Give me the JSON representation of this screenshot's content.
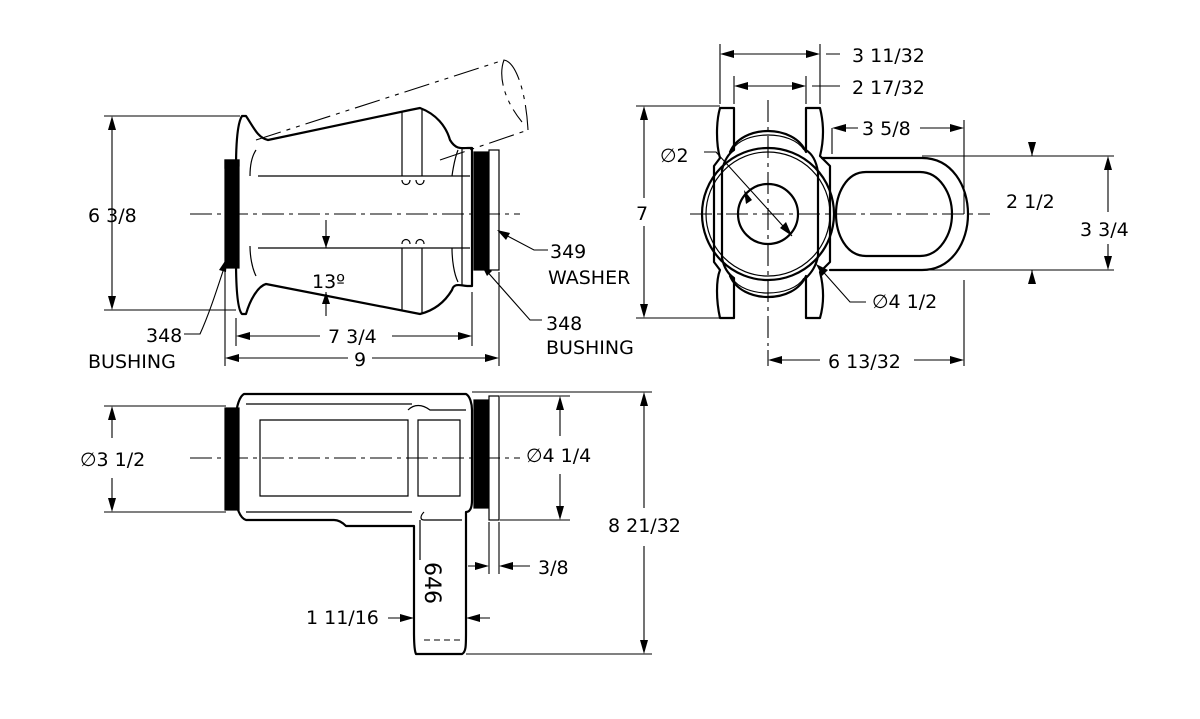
{
  "drawing": {
    "side_view": {
      "height_dim": "6 3/8",
      "angle_dim": "13º",
      "inner_length_dim": "7 3/4",
      "overall_length_dim": "9",
      "washer_number": "349",
      "washer_label": "WASHER",
      "left_bushing_number": "348",
      "left_bushing_label": "BUSHING",
      "right_bushing_number": "348",
      "right_bushing_label": "BUSHING"
    },
    "end_view": {
      "width_outer_dim": "3 11/32",
      "width_inner_dim": "2 17/32",
      "height_dim": "7",
      "bore_dim": "∅2",
      "slot_length_dim": "3 5/8",
      "slot_width_dim": "2 1/2",
      "lug_height_dim": "3 3/4",
      "outer_dia_dim": "∅4 1/2",
      "overall_width_dim": "6 13/32"
    },
    "top_view": {
      "bushing_dia_dim": "∅3 1/2",
      "flange_dia_dim": "∅4 1/4",
      "overall_height_dim": "8 21/32",
      "washer_thickness_dim": "3/8",
      "arm_width_dim": "1 11/16",
      "part_number": "646"
    }
  }
}
